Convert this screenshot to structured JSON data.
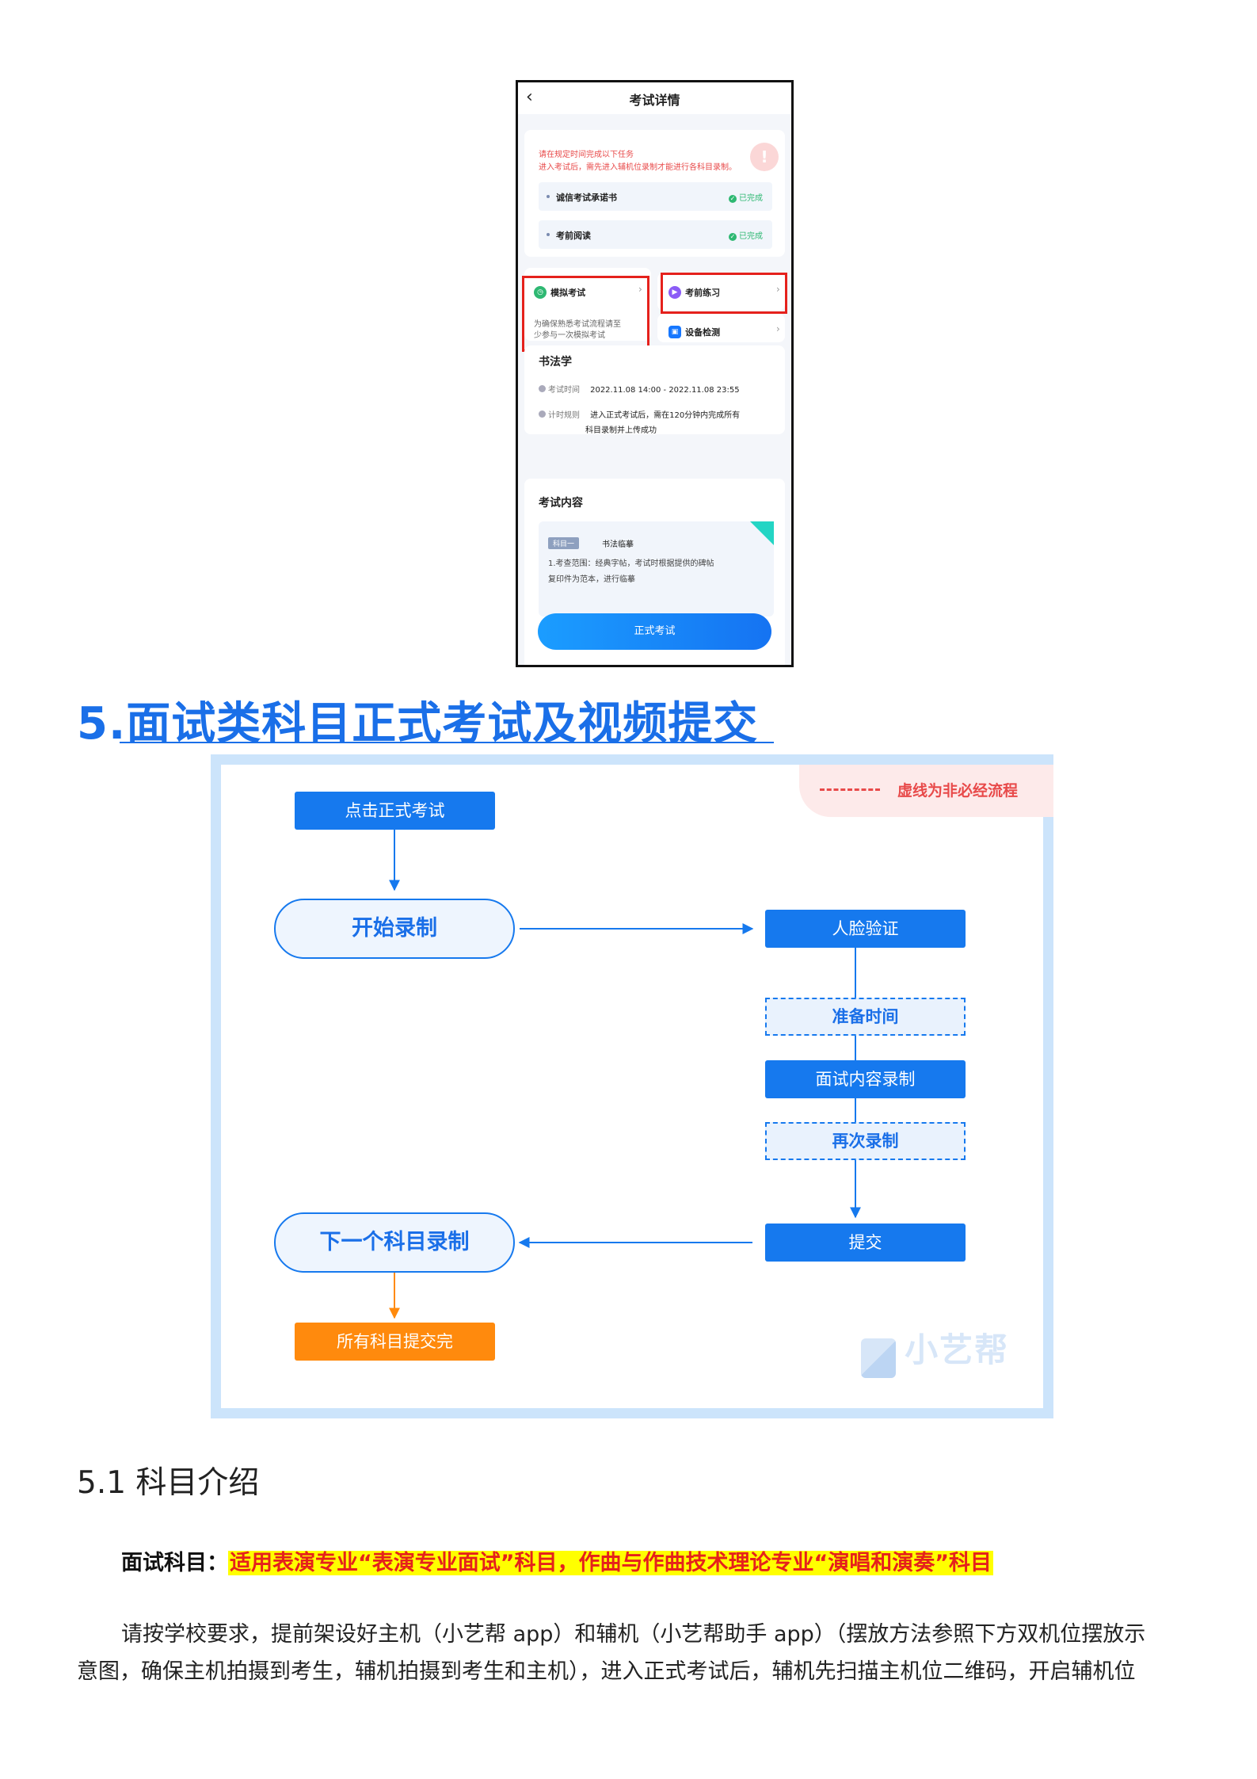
{
  "phone": {
    "title": "考试详情",
    "back_icon": "chevron-left-icon",
    "notice_line1": "请在规定时间完成以下任务",
    "notice_line2": "进入考试后，需先进入辅机位录制才能进行各科目录制。",
    "tasks": [
      {
        "name": "诚信考试承诺书",
        "status": "已完成"
      },
      {
        "name": "考前阅读",
        "status": "已完成"
      }
    ],
    "mock_exam": {
      "label": "模拟考试",
      "desc_line1": "为确保熟悉考试流程请至",
      "desc_line2": "少参与一次模拟考试"
    },
    "practice": {
      "label": "考前练习"
    },
    "device_check": {
      "label": "设备检测"
    },
    "subject": "书法学",
    "exam_time_label": "考试时间",
    "exam_time": "2022.11.08 14:00 - 2022.11.08 23:55",
    "timing_label": "计时规则",
    "timing_line1": "进入正式考试后，需在120分钟内完成所有",
    "timing_line2": "科目录制并上传成功",
    "content_title": "考试内容",
    "subject_tag": "科目一",
    "subject_name": "书法临摹",
    "content_line1": "1.考查范围：经典字帖，考试时根据提供的碑帖",
    "content_line2": "复印件为范本，进行临摹",
    "start_button": "正式考试"
  },
  "section_heading": "5.面试类科目正式考试及视频提交",
  "flow": {
    "legend": "虚线为非必经流程",
    "click_start": "点击正式考试",
    "start_record": "开始录制",
    "face_verify": "人脸验证",
    "prepare": "准备时间",
    "record_content": "面试内容录制",
    "re_record": "再次录制",
    "submit": "提交",
    "next_subject": "下一个科目录制",
    "all_done": "所有科目提交完",
    "logo": "小艺帮"
  },
  "subheading": "5.1 科目介绍",
  "interview_label": "面试科目：",
  "interview_highlight": "适用表演专业“表演专业面试”科目，作曲与作曲技术理论专业“演唱和演奏”科目",
  "paragraph_line1": "请按学校要求，提前架设好主机（小艺帮 app）和辅机（小艺帮助手 app）（摆放方法参照下方双机位摆放示",
  "paragraph_line2": "意图，确保主机拍摄到考生，辅机拍摄到考生和主机），进入正式考试后，辅机先扫描主机位二维码，开启辅机位"
}
